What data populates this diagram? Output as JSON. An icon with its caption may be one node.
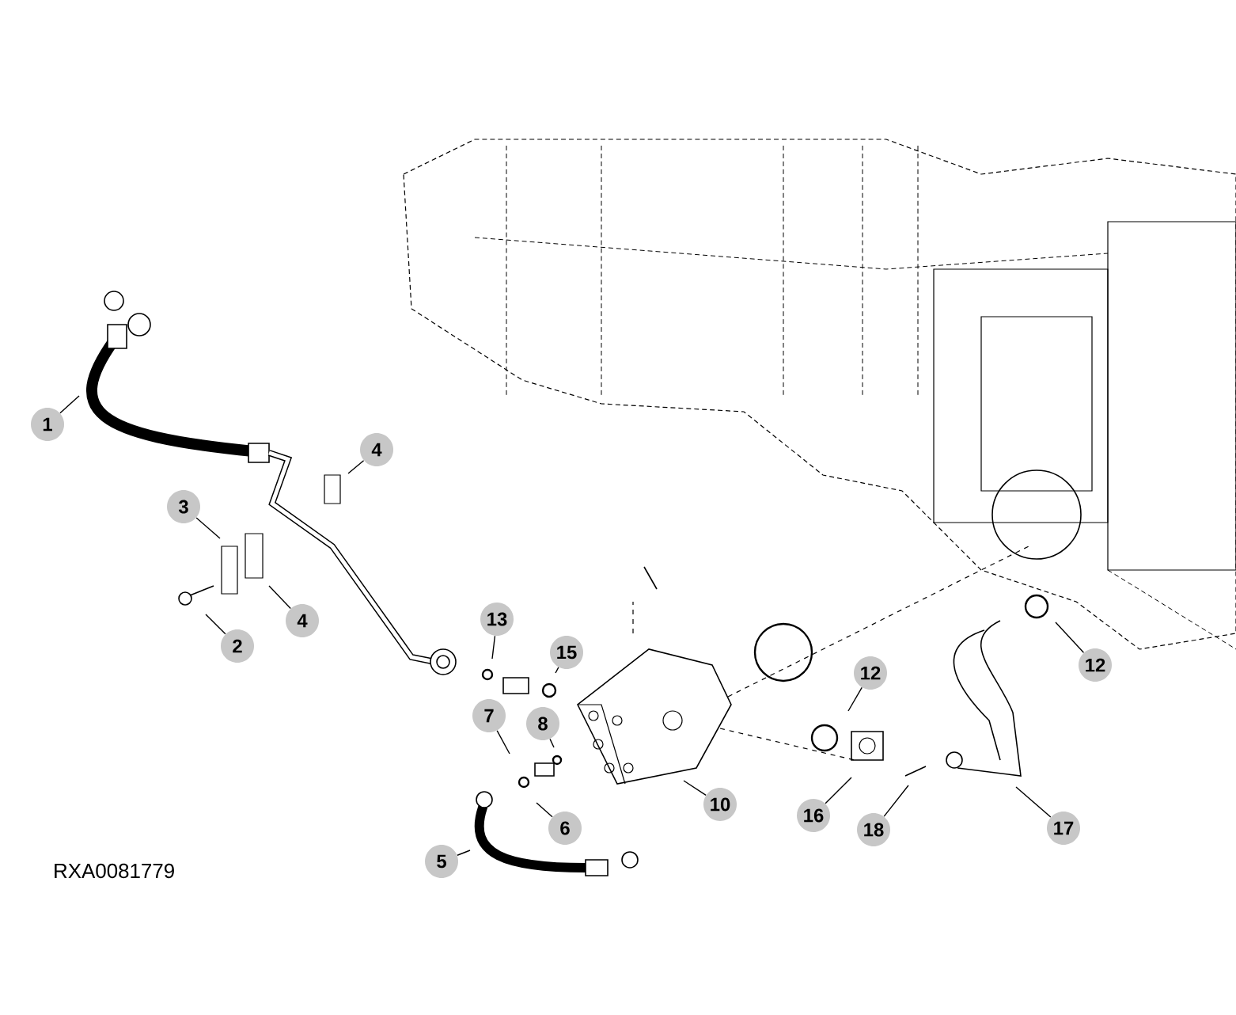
{
  "diagram": {
    "nodes": [
      {
        "text": [
          "1"
        ]
      },
      {
        "text": [
          "3"
        ]
      },
      {
        "text": [
          "2"
        ]
      },
      {
        "text": [
          "4"
        ]
      },
      {
        "text": [
          "4"
        ]
      },
      {
        "text": [
          "13"
        ]
      },
      {
        "text": [
          "15"
        ]
      },
      {
        "text": [
          "7"
        ]
      },
      {
        "text": [
          "8"
        ]
      },
      {
        "text": [
          "6"
        ]
      },
      {
        "text": [
          "5"
        ]
      },
      {
        "text": [
          "10"
        ]
      },
      {
        "text": [
          "12"
        ]
      },
      {
        "text": [
          "16"
        ]
      },
      {
        "text": [
          "18"
        ]
      },
      {
        "text": [
          "17"
        ]
      },
      {
        "text": [
          "12"
        ]
      }
    ],
    "edges": [
      {
        "from": 0,
        "to": null,
        "arrow": "none"
      },
      {
        "from": 1,
        "to": null,
        "arrow": "none"
      },
      {
        "from": 2,
        "to": null,
        "arrow": "none"
      },
      {
        "from": 3,
        "to": null,
        "arrow": "none"
      },
      {
        "from": 4,
        "to": null,
        "arrow": "none"
      },
      {
        "from": 5,
        "to": null,
        "arrow": "none"
      },
      {
        "from": 6,
        "to": null,
        "arrow": "none"
      },
      {
        "from": 7,
        "to": null,
        "arrow": "none"
      },
      {
        "from": 8,
        "to": null,
        "arrow": "none"
      },
      {
        "from": 9,
        "to": null,
        "arrow": "none"
      },
      {
        "from": 10,
        "to": null,
        "arrow": "none"
      },
      {
        "from": 11,
        "to": null,
        "arrow": "none"
      },
      {
        "from": 12,
        "to": null,
        "arrow": "none"
      },
      {
        "from": 13,
        "to": null,
        "arrow": "none"
      },
      {
        "from": 14,
        "to": null,
        "arrow": "none"
      },
      {
        "from": 15,
        "to": null,
        "arrow": "none"
      },
      {
        "from": 16,
        "to": null,
        "arrow": "none"
      }
    ],
    "labels": [
      "RXA0081779"
    ]
  }
}
